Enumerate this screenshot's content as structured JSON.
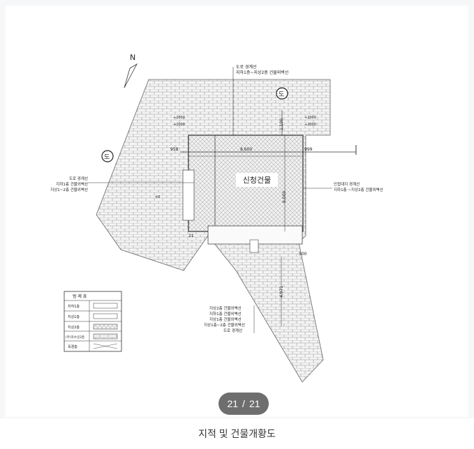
{
  "drawing": {
    "north": "N",
    "road_label_top_1": "도로 경계선",
    "road_label_top_2": "지하1층~지상2층 건물외벽선",
    "road_label_left_1": "도로 경계선",
    "road_label_left_2": "지하1층 건물외벽선",
    "road_label_left_3": "지상1~2층 건물외벽선",
    "adjacent_label_1": "인접대지 경계선",
    "adjacent_label_2": "지하1층 ~지상2층 건물외벽선",
    "building_label": "신청건물",
    "road_mark_top": "도",
    "road_mark_left": "도",
    "dim_8600": "8,600",
    "dim_1100": "1,100",
    "dim_958": "958",
    "dim_999": "999",
    "dim_6000": "6,000",
    "dim_500": "500",
    "dim_4971": "4,971",
    "dim_2000a": "+2000",
    "dim_2000b": "+2000",
    "dim_2000c": "+2000",
    "dim_2000d": "+2000",
    "dim_21": "21",
    "small_label": "±0",
    "legend_title": "범 례 표",
    "legend_items": [
      "지하1층",
      "지상1층",
      "지상2층",
      "(주)하수상2층",
      "옥경층"
    ],
    "bottom_labels": [
      "지상2층 건물외벽선",
      "지하1층 건물외벽선",
      "지상1층 건물외벽선",
      "지상1층~2층 건물외벽선",
      "도로 경계선"
    ]
  },
  "pager": {
    "current": "21",
    "separator": "/",
    "total": "21"
  },
  "caption": "지적 및 건물개황도"
}
